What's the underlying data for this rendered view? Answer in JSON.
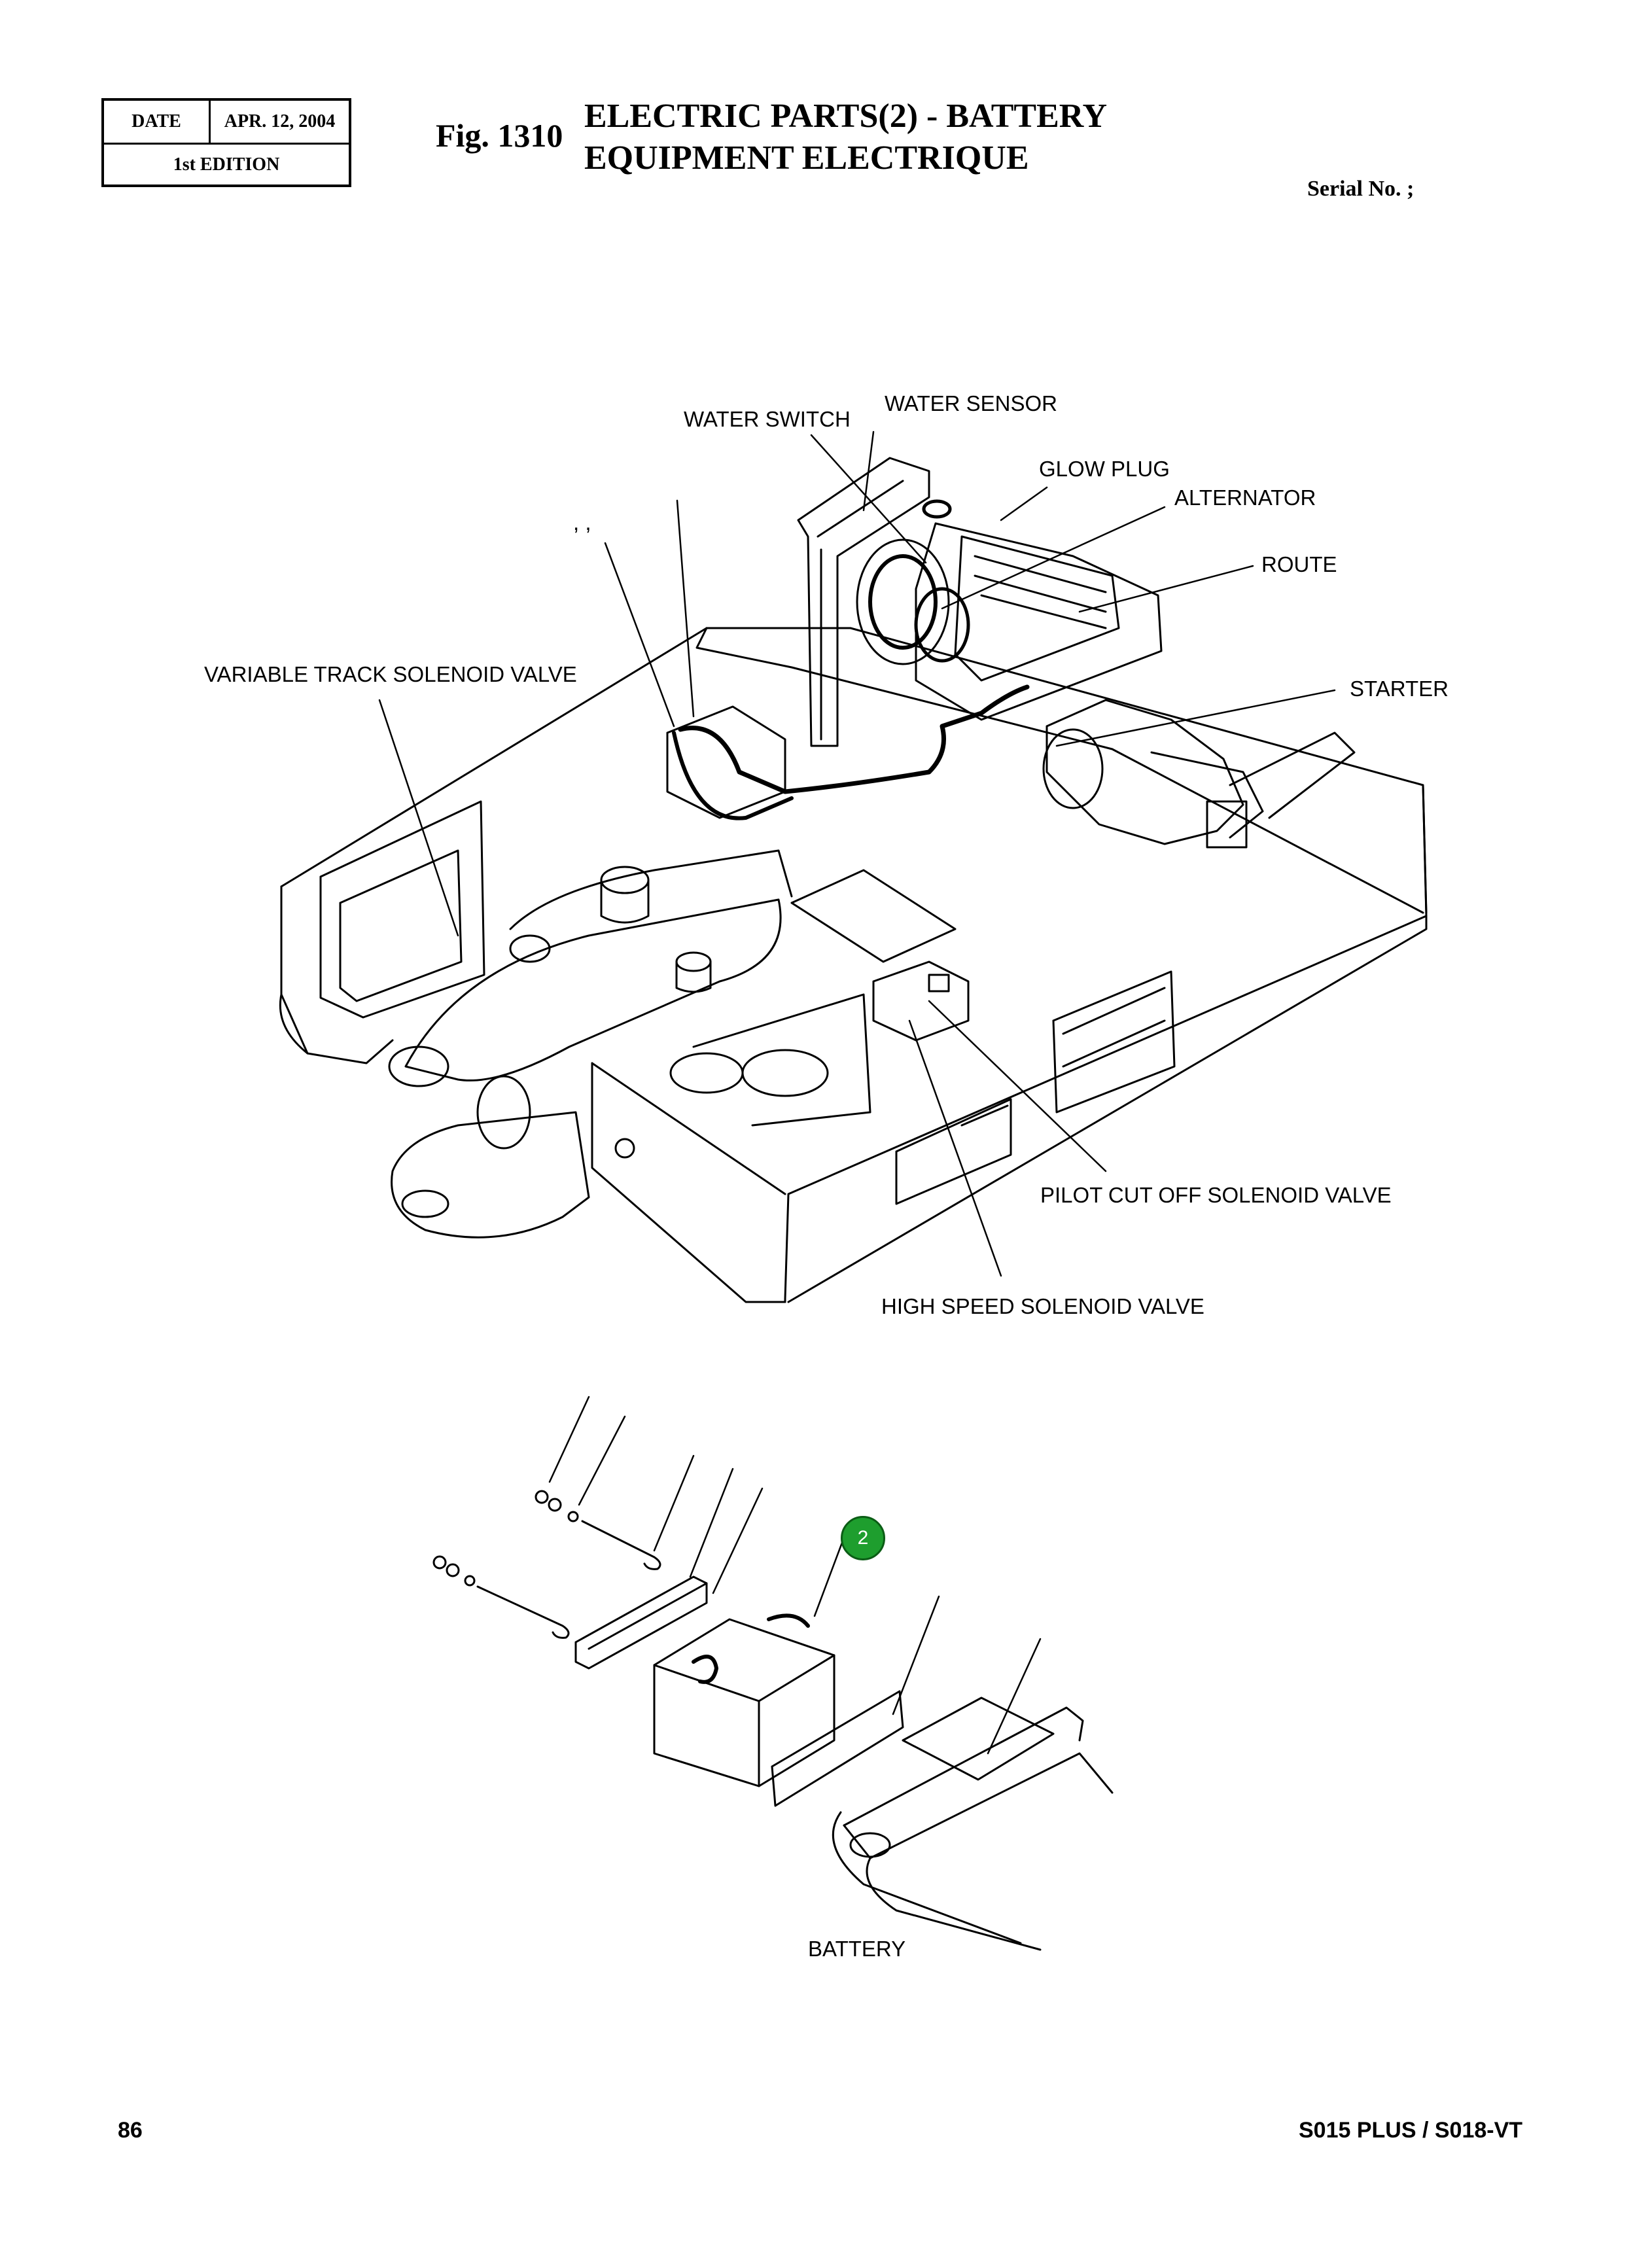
{
  "header": {
    "date_label": "DATE",
    "date_value": "APR. 12, 2004",
    "edition": "1st EDITION",
    "fig_number": "Fig. 1310",
    "title_line1": "ELECTRIC PARTS(2) - BATTERY",
    "title_line2": "EQUIPMENT ELECTRIQUE",
    "serial": "Serial No. ;"
  },
  "labels": {
    "water_switch": "WATER SWITCH",
    "water_sensor": "WATER SENSOR",
    "glow_plug": "GLOW PLUG",
    "alternator": "ALTERNATOR",
    "route": "ROUTE",
    "starter": "STARTER",
    "variable_track": "VARIABLE TRACK SOLENOID VALVE",
    "pilot_cut_off": "PILOT CUT OFF SOLENOID VALVE",
    "high_speed": "HIGH SPEED SOLENOID VALVE",
    "battery": "BATTERY",
    "stray_marks": ",   ,"
  },
  "callout": {
    "number": "2",
    "color": "#1e9e2e"
  },
  "footer": {
    "page_number": "86",
    "model": "S015 PLUS / S018-VT"
  }
}
